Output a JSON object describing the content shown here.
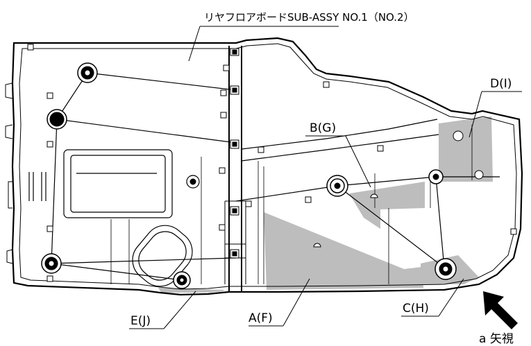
{
  "diagram": {
    "title": "リヤフロアボードSUB-ASSY NO.1（NO.2）",
    "regions": [
      {
        "id": "A",
        "label": "A(F)"
      },
      {
        "id": "B",
        "label": "B(G)"
      },
      {
        "id": "C",
        "label": "C(H)"
      },
      {
        "id": "D",
        "label": "D(I)"
      },
      {
        "id": "E",
        "label": "E(J)"
      }
    ],
    "view_label": "a 矢視",
    "colors": {
      "region_fill": "#bdbdbd",
      "line": "#000000",
      "background": "#ffffff"
    }
  }
}
